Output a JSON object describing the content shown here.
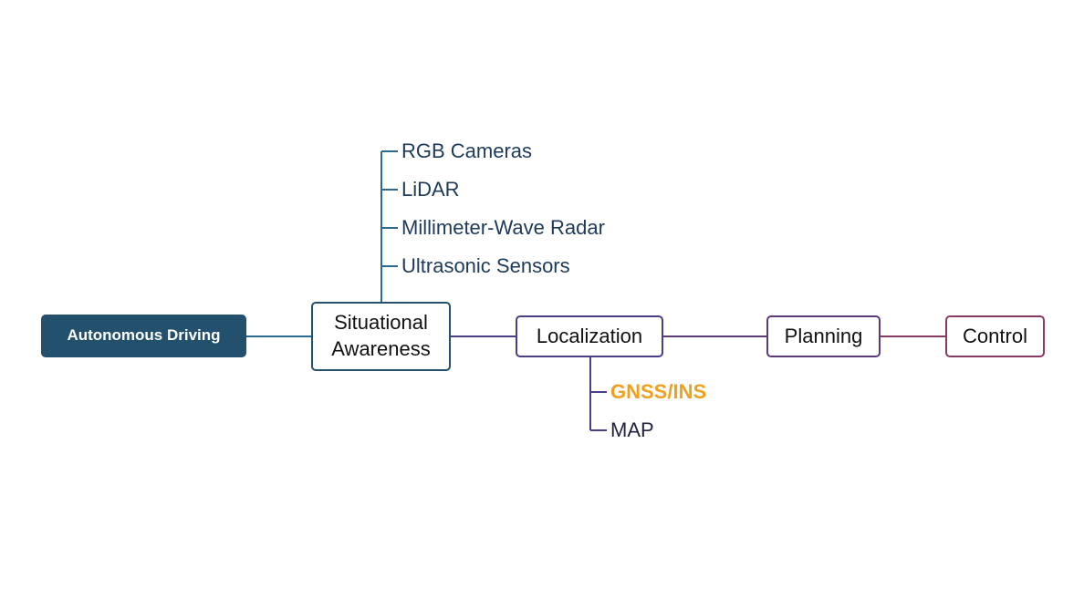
{
  "diagram": {
    "root": {
      "label": "Autonomous Driving"
    },
    "situational_awareness": {
      "line1": "Situational",
      "line2": "Awareness",
      "children": [
        "RGB Cameras",
        "LiDAR",
        "Millimeter-Wave Radar",
        "Ultrasonic Sensors"
      ]
    },
    "localization": {
      "label": "Localization",
      "children": [
        "GNSS/INS",
        "MAP"
      ]
    },
    "planning": {
      "label": "Planning"
    },
    "control": {
      "label": "Control"
    }
  },
  "colors": {
    "root_fill": "#23506c",
    "sensor_text": "#1d3a5a",
    "gnss_text": "#f0a020",
    "map_text": "#222244",
    "line_blue": "#23506c",
    "line_purple": "#4a3f86",
    "line_violet": "#5d3a78",
    "line_magenta": "#8a3a62"
  }
}
